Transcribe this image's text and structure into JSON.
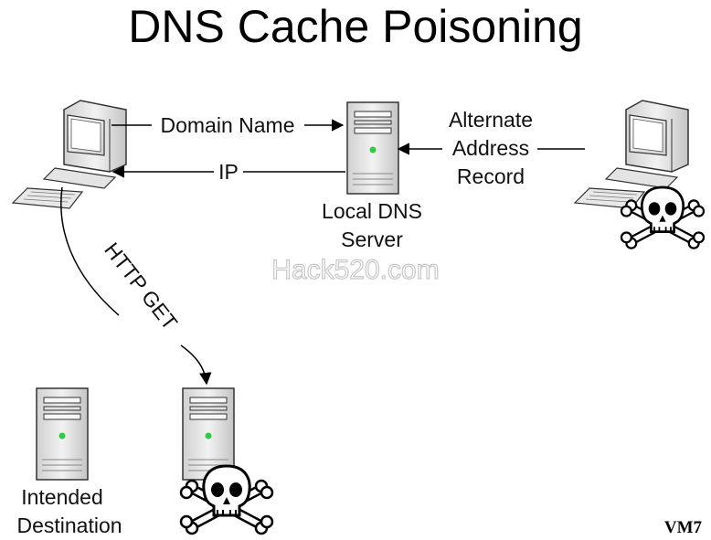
{
  "title": "DNS Cache Poisoning",
  "labels": {
    "domain_name": "Domain Name",
    "ip": "IP",
    "alternate_line1": "Alternate",
    "alternate_line2": "Address",
    "alternate_line3": "Record",
    "local_dns_line1": "Local DNS",
    "local_dns_line2": "Server",
    "http_get": "HTTP GET",
    "intended_line1": "Intended",
    "intended_line2": "Destination"
  },
  "watermark": "Hack520.com",
  "corner_tag": "VM7",
  "icons": [
    "workstation-icon",
    "server-icon",
    "skull-crossbones-icon"
  ],
  "colors": {
    "server_led": "#2ecc40",
    "ink": "#000000",
    "device_fill": "#e8e8e8"
  }
}
